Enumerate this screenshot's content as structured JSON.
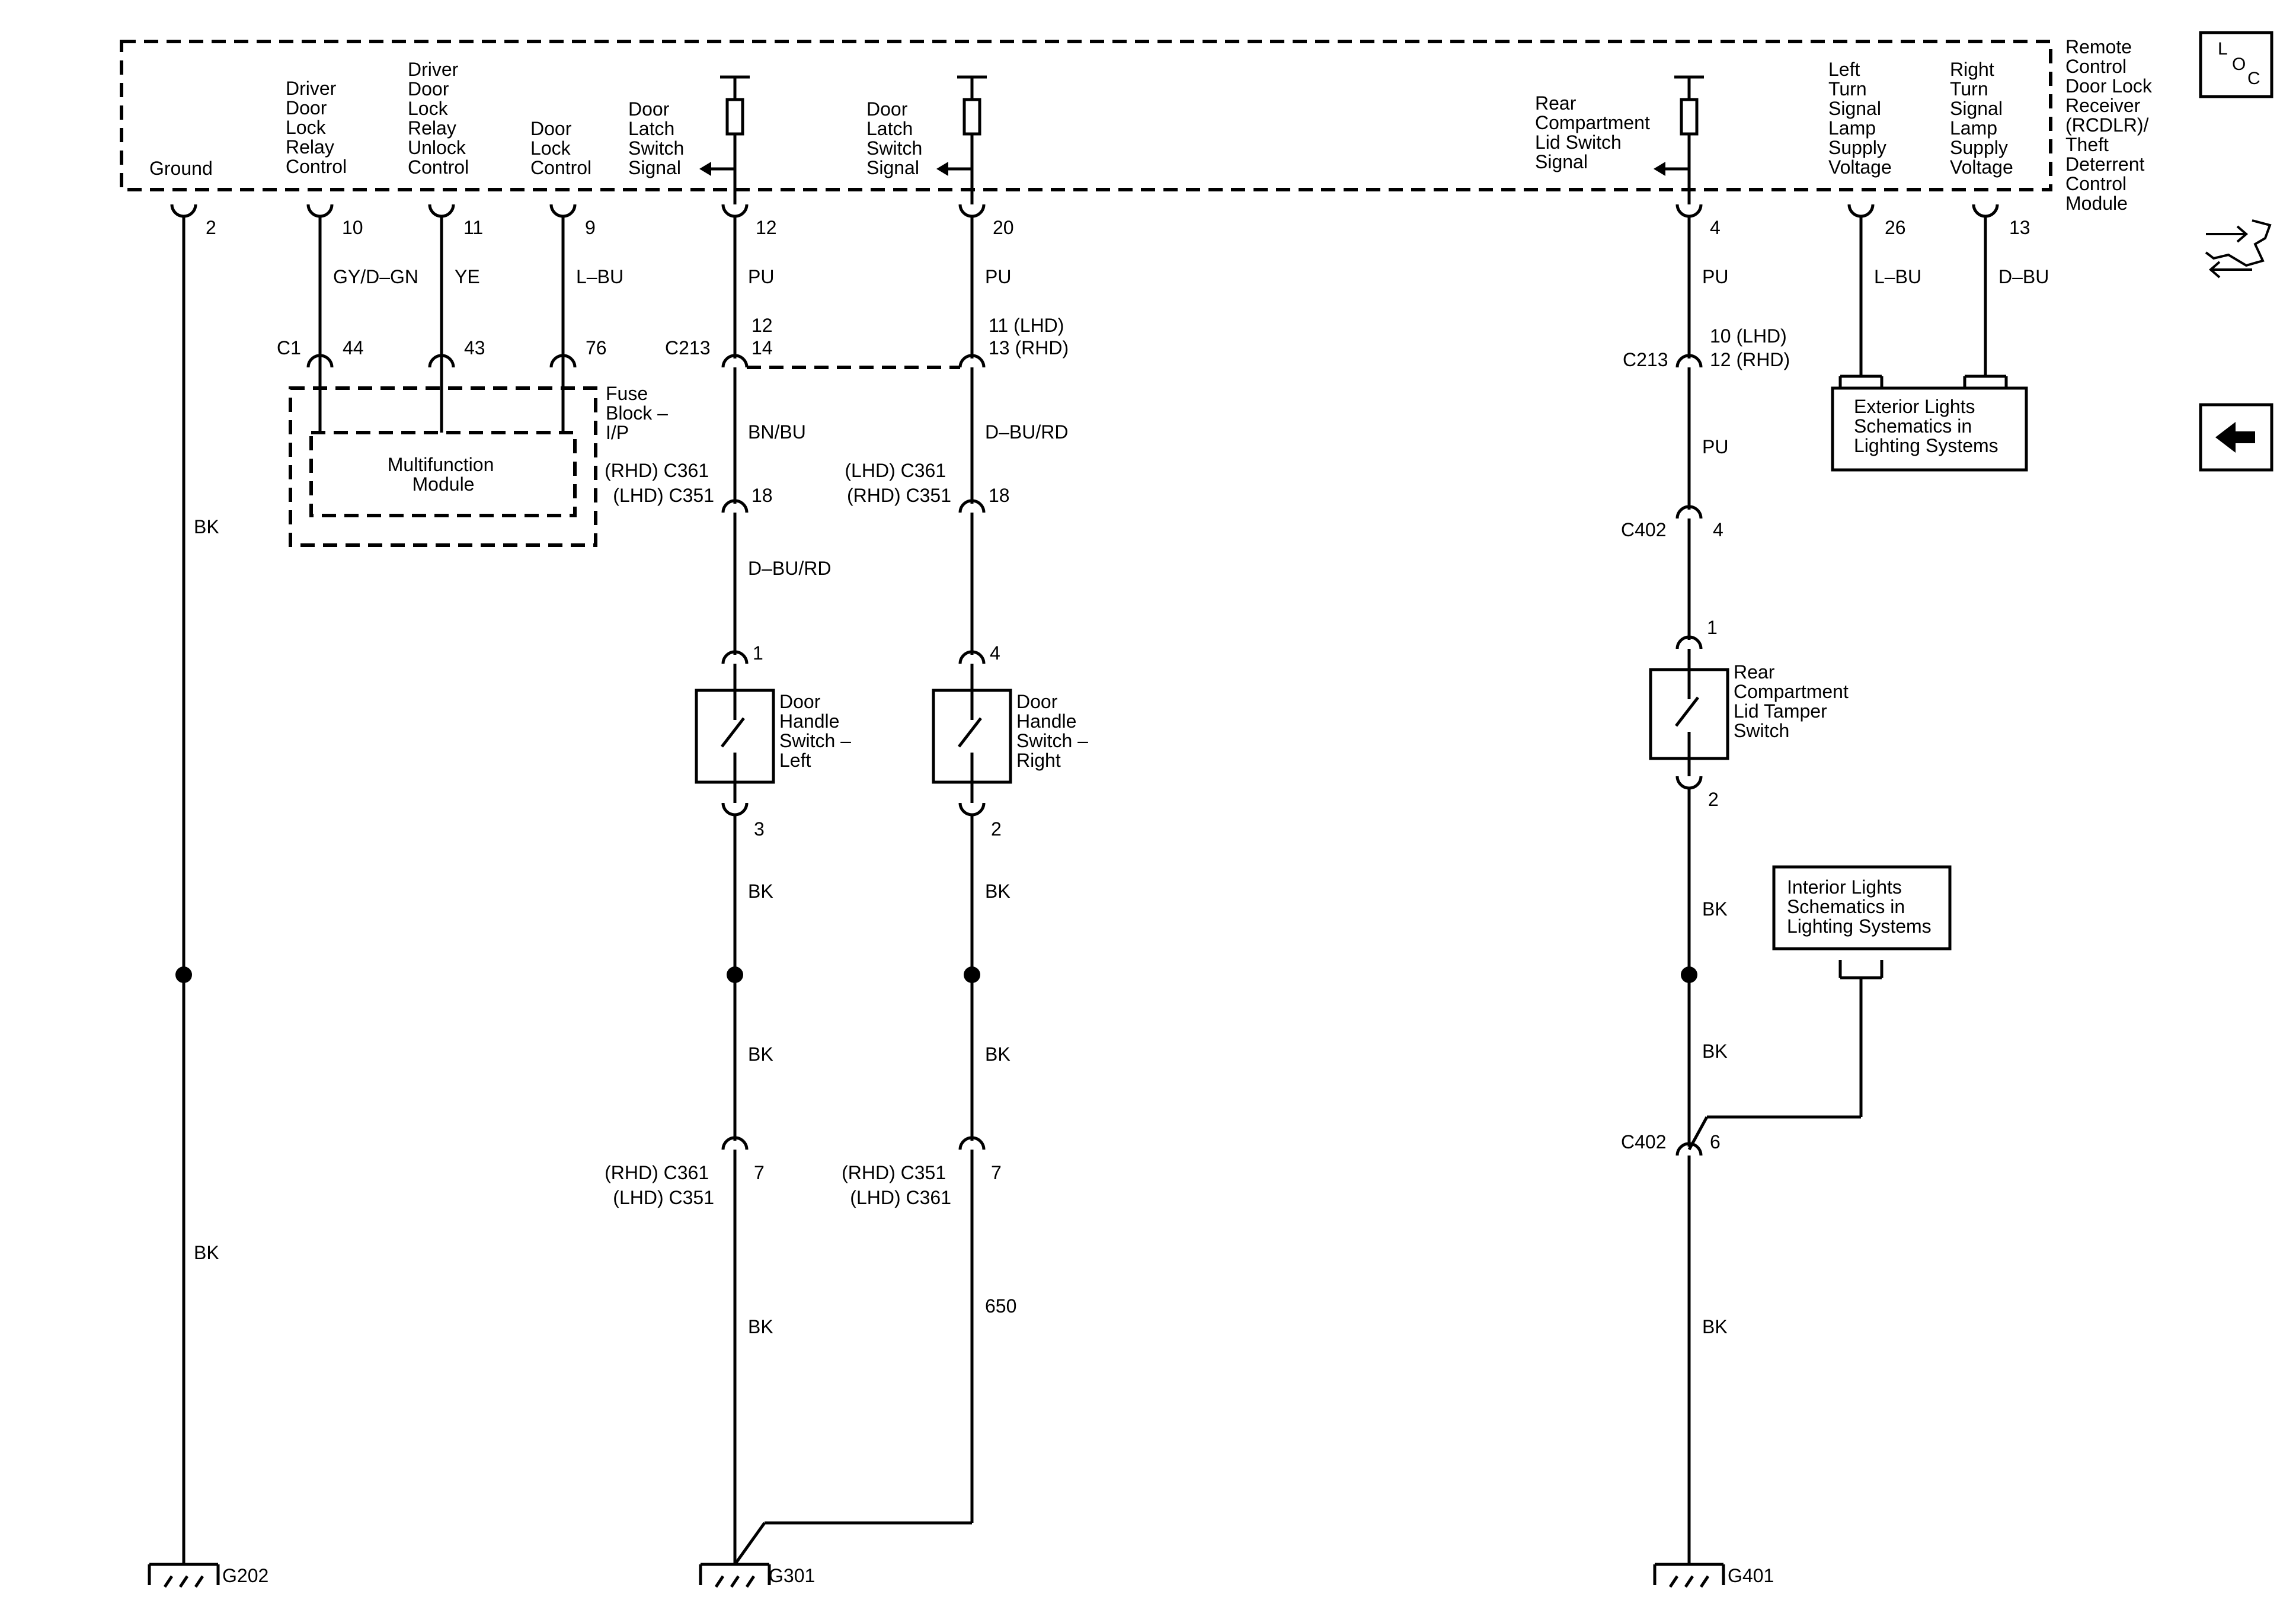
{
  "module": {
    "title_lines": [
      "Remote",
      "Control",
      "Door Lock",
      "Receiver",
      "(RCDLR)/",
      "Theft",
      "Deterrent",
      "Control",
      "Module"
    ]
  },
  "columns": {
    "ground": {
      "label": [
        "Ground"
      ],
      "pin": "2",
      "wire1": "BK",
      "wire2": "BK",
      "ground_id": "G202"
    },
    "relay_control": {
      "label": [
        "Driver",
        "Door",
        "Lock",
        "Relay",
        "Control"
      ],
      "pin": "10",
      "wire": "GY/D–GN",
      "conn": "C1",
      "conn_pin": "44"
    },
    "unlock_control": {
      "label": [
        "Driver",
        "Door",
        "Lock",
        "Relay",
        "Unlock",
        "Control"
      ],
      "pin": "11",
      "wire": "YE",
      "conn_pin": "43"
    },
    "door_lock_control": {
      "label": [
        "Door",
        "Lock",
        "Control"
      ],
      "pin": "9",
      "wire": "L–BU",
      "conn_pin": "76"
    },
    "latch_left": {
      "label": [
        "Door",
        "Latch",
        "Switch",
        "Signal"
      ],
      "pin": "12",
      "wire1": "PU",
      "c213": "C213",
      "c213_pins": [
        "12",
        "14"
      ],
      "wire2": "BN/BU",
      "c361_lines": [
        "(RHD) C361",
        "(LHD) C351"
      ],
      "c361_pin": "18",
      "wire3": "D–BU/RD",
      "sw_pin_top": "1",
      "switch": [
        "Door",
        "Handle",
        "Switch –",
        "Left"
      ],
      "sw_pin_bot": "3",
      "wire4": "BK",
      "wire5": "BK",
      "bot_conn_lines": [
        "(RHD) C361",
        "(LHD) C351"
      ],
      "bot_pin": "7",
      "wire6": "BK",
      "ground_id": "G301"
    },
    "latch_right": {
      "label": [
        "Door",
        "Latch",
        "Switch",
        "Signal"
      ],
      "pin": "20",
      "wire1": "PU",
      "c213_pins": [
        "11 (LHD)",
        "13 (RHD)"
      ],
      "wire2": "D–BU/RD",
      "c361_lines": [
        "(LHD) C361",
        "(RHD) C351"
      ],
      "c361_pin": "18",
      "sw_pin_top": "4",
      "switch": [
        "Door",
        "Handle",
        "Switch –",
        "Right"
      ],
      "sw_pin_bot": "2",
      "wire4": "BK",
      "wire5": "BK",
      "bot_conn_lines": [
        "(RHD) C351",
        "(LHD) C361"
      ],
      "bot_pin": "7",
      "wire6": "650"
    },
    "rear": {
      "label": [
        "Rear",
        "Compartment",
        "Lid Switch",
        "Signal"
      ],
      "pin": "4",
      "wire1": "PU",
      "c213": "C213",
      "c213_pins": [
        "10 (LHD)",
        "12 (RHD)"
      ],
      "wire2": "PU",
      "c402": "C402",
      "c402_pin": "4",
      "sw_pin_top": "1",
      "switch": [
        "Rear",
        "Compartment",
        "Lid Tamper",
        "Switch"
      ],
      "sw_pin_bot": "2",
      "wire3": "BK",
      "wire4": "BK",
      "c402b": "C402",
      "c402b_pin": "6",
      "wire5": "BK",
      "ground_id": "G401"
    },
    "left_turn": {
      "label": [
        "Left",
        "Turn",
        "Signal",
        "Lamp",
        "Supply",
        "Voltage"
      ],
      "pin": "26",
      "wire": "L–BU"
    },
    "right_turn": {
      "label": [
        "Right",
        "Turn",
        "Signal",
        "Lamp",
        "Supply",
        "Voltage"
      ],
      "pin": "13",
      "wire": "D–BU"
    }
  },
  "fuse_block": {
    "label": [
      "Fuse",
      "Block –",
      "I/P"
    ],
    "inner": [
      "Multifunction",
      "Module"
    ]
  },
  "refs": {
    "exterior": [
      "Exterior Lights",
      "Schematics in",
      "Lighting Systems"
    ],
    "interior": [
      "Interior Lights",
      "Schematics in",
      "Lighting Systems"
    ]
  },
  "nav": {
    "loc_letters": [
      "L",
      "O",
      "C"
    ],
    "loc_icon": "loc-icon",
    "connector_icon": "connector-view-icon",
    "back_icon": "back-arrow-icon"
  }
}
